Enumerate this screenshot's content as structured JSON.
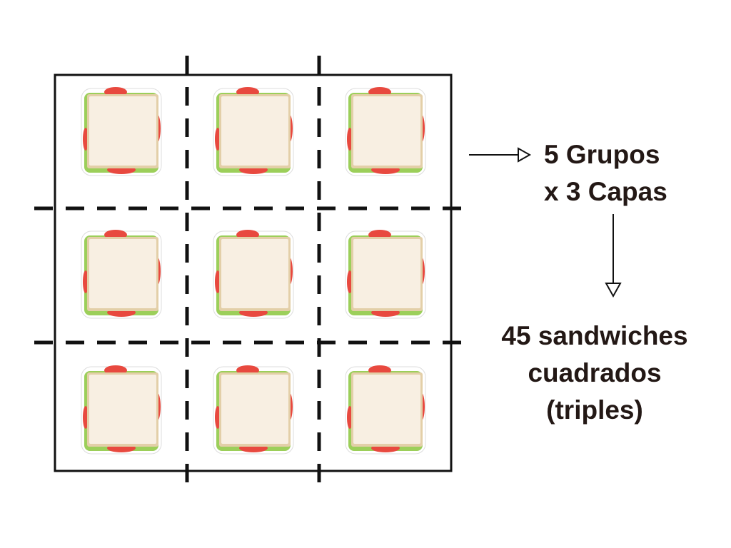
{
  "labels": {
    "groups": "5 Grupos",
    "layers": "x 3 Capas",
    "result_line1": "45 sandwiches",
    "result_line2": "cuadrados",
    "result_line3": "(triples)"
  },
  "colors": {
    "ink": "#231815",
    "bread": "#f8efe2",
    "crust": "#e3cfa8",
    "tomato": "#e8493f",
    "lettuce": "#9ccf5a"
  }
}
